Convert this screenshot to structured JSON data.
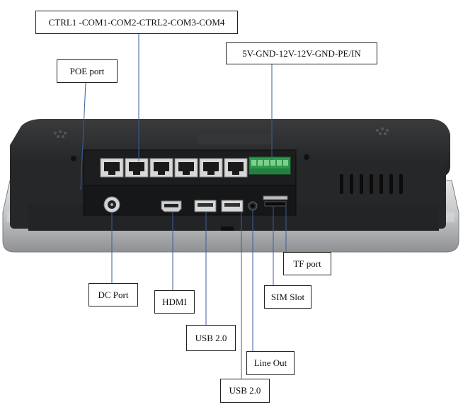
{
  "labels": {
    "top_ports": "CTRL1 -COM1-COM2-CTRL2-COM3-COM4",
    "power_terminal": "5V-GND-12V-12V-GND-PE/IN",
    "poe_port": "POE port",
    "dc_port": "DC Port",
    "hdmi": "HDMI",
    "tf_port": "TF port",
    "sim_slot": "SIM Slot",
    "usb_a": "USB 2.0",
    "line_out": "Line Out",
    "usb_b": "USB 2.0"
  },
  "colors": {
    "device_body": "#2b2c2e",
    "device_edge": "#17181a",
    "aluminum_frame": "#c9cbcd",
    "port_panel": "#1a1b1d",
    "terminal_block": "#2e9a4a",
    "leader_line": "#3b5e9a"
  }
}
